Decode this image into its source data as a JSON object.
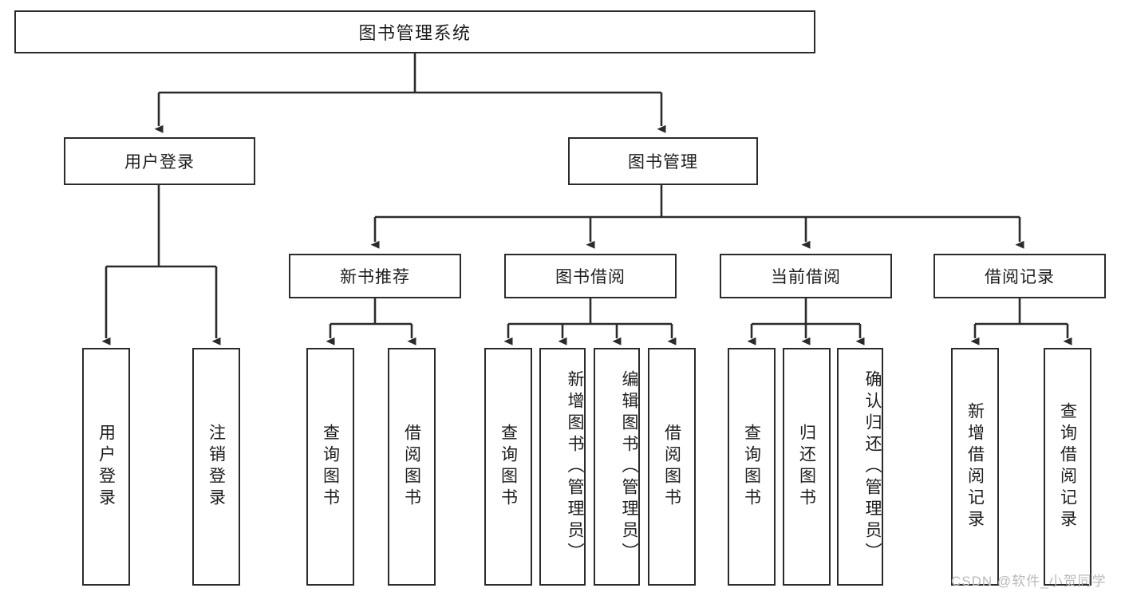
{
  "diagram": {
    "title": "图书管理系统",
    "type": "hierarchy-tree",
    "root": {
      "label": "图书管理系统"
    },
    "level2": [
      {
        "label": "用户登录"
      },
      {
        "label": "图书管理"
      }
    ],
    "level3": [
      {
        "label": "新书推荐"
      },
      {
        "label": "图书借阅"
      },
      {
        "label": "当前借阅"
      },
      {
        "label": "借阅记录"
      }
    ],
    "leaves": {
      "user_login": [
        {
          "label": "用户登录"
        },
        {
          "label": "注销登录"
        }
      ],
      "new_book_recommend": [
        {
          "label": "查询图书"
        },
        {
          "label": "借阅图书"
        }
      ],
      "book_borrow": [
        {
          "label": "查询图书"
        },
        {
          "label": "新增图书（管理员）"
        },
        {
          "label": "编辑图书（管理员）"
        },
        {
          "label": "借阅图书"
        }
      ],
      "current_borrow": [
        {
          "label": "查询图书"
        },
        {
          "label": "归还图书"
        },
        {
          "label": "确认归还（管理员）"
        }
      ],
      "borrow_record": [
        {
          "label": "新增借阅记录"
        },
        {
          "label": "查询借阅记录"
        }
      ]
    }
  },
  "watermark": {
    "text": "CSDN @软件_小贺同学"
  },
  "colors": {
    "stroke": "#2b2b2b",
    "fill": "#ffffff",
    "text": "#1d1d1d",
    "watermark": "#b9b9b9"
  }
}
